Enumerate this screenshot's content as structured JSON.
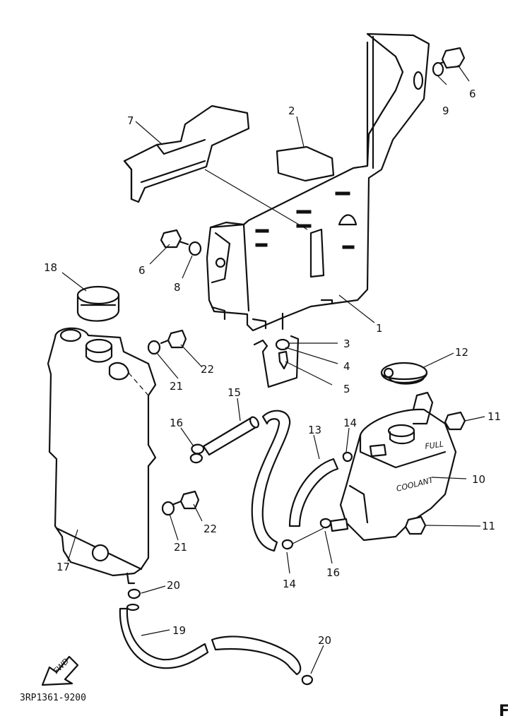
{
  "callouts": [
    {
      "id": "1",
      "text": "1"
    },
    {
      "id": "2",
      "text": "2"
    },
    {
      "id": "3",
      "text": "3"
    },
    {
      "id": "4",
      "text": "4"
    },
    {
      "id": "5",
      "text": "5"
    },
    {
      "id": "6a",
      "text": "6"
    },
    {
      "id": "6b",
      "text": "6"
    },
    {
      "id": "7",
      "text": "7"
    },
    {
      "id": "8",
      "text": "8"
    },
    {
      "id": "9",
      "text": "9"
    },
    {
      "id": "10",
      "text": "10"
    },
    {
      "id": "11a",
      "text": "11"
    },
    {
      "id": "11b",
      "text": "11"
    },
    {
      "id": "12",
      "text": "12"
    },
    {
      "id": "13",
      "text": "13"
    },
    {
      "id": "14a",
      "text": "14"
    },
    {
      "id": "14b",
      "text": "14"
    },
    {
      "id": "15",
      "text": "15"
    },
    {
      "id": "16a",
      "text": "16"
    },
    {
      "id": "16b",
      "text": "16"
    },
    {
      "id": "17",
      "text": "17"
    },
    {
      "id": "18",
      "text": "18"
    },
    {
      "id": "19",
      "text": "19"
    },
    {
      "id": "20a",
      "text": "20"
    },
    {
      "id": "20b",
      "text": "20"
    },
    {
      "id": "21a",
      "text": "21"
    },
    {
      "id": "21b",
      "text": "21"
    },
    {
      "id": "22a",
      "text": "22"
    },
    {
      "id": "22b",
      "text": "22"
    }
  ],
  "tank_text": {
    "full": "FULL",
    "coolant": "COOLANT"
  },
  "fwd_label": "FWD",
  "drawing_code": "3RP1361-9200",
  "corner_mark": "F"
}
